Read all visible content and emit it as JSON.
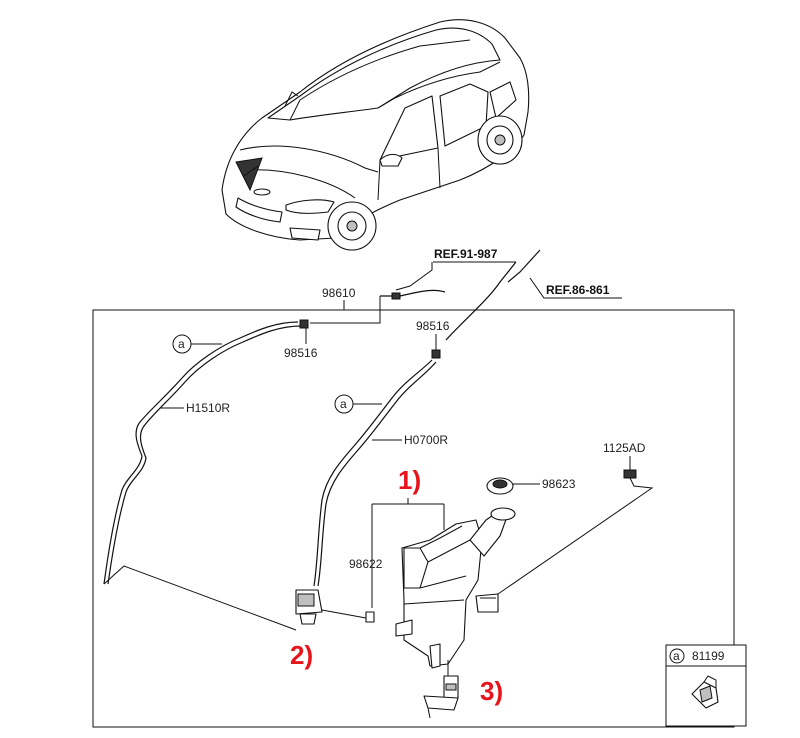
{
  "refs": {
    "ref1": "REF.91-987",
    "ref2": "REF.86-861"
  },
  "labels": {
    "p98610": "98610",
    "p98516a": "98516",
    "p98516b": "98516",
    "h1510r": "H1510R",
    "h0700r": "H0700R",
    "p1125ad": "1125AD",
    "p98623": "98623",
    "p98622": "98622",
    "p81199": "81199"
  },
  "markers": {
    "a1": "a",
    "a2": "a",
    "a3": "a"
  },
  "callouts": {
    "c1": "1)",
    "c2": "2)",
    "c3": "3)"
  },
  "colors": {
    "callout": "#e8141b",
    "line": "#111111"
  }
}
